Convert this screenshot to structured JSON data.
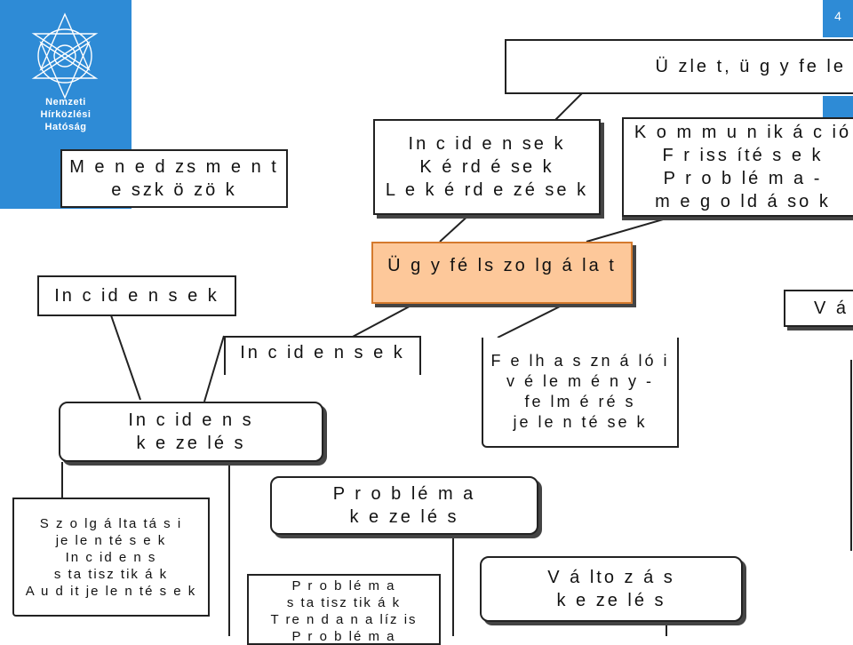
{
  "slide_number": "4",
  "org": {
    "line1": "Nemzeti",
    "line2": "Hírközlési",
    "line3": "Hatóság"
  },
  "nodes": {
    "uzlet": "Ü zle t, ü g y fe le",
    "menedzsment": [
      "M e n e d zs m e n t",
      "e szk ö zö k"
    ],
    "incidensek_top": [
      "In c id e n se k",
      "K é rd é se k",
      "L e k é rd e zé se k"
    ],
    "kommunikacio": [
      "K o m m u n ik á c ió",
      "F r iss íté s e k",
      "P r o b lé m a -",
      "m e g o ld á so k"
    ],
    "ugyfelszolgalat": "Ü g y fé ls zo lg á la t",
    "incidensek_left": "In c id e n s e k",
    "va": "V á",
    "incidensek_mid": "In c id e n s e k",
    "felhasznaloi": [
      "F e lh a s zn á ló i",
      "v é le m é n y -",
      "fe lm é ré s",
      "je le n té se k"
    ],
    "incidens_kezeles": [
      "In c id e n s",
      "k e ze lé s"
    ],
    "szolgaltatasi": [
      "S z o lg á lta tá s i",
      "je le n té s e k",
      "In c id e n s",
      "s ta tisz tik á k",
      "A u d it je le n té s e k"
    ],
    "problema_kezeles": [
      "P r o b lé m a",
      "k e ze lé s"
    ],
    "problema_stat": [
      "P r o b lé m a",
      "s ta tisz tik á k",
      "T re n d a n a líz is",
      "P r o b lé m a"
    ],
    "valtozas": [
      "V á lto z á s",
      "k e ze lé s"
    ]
  }
}
